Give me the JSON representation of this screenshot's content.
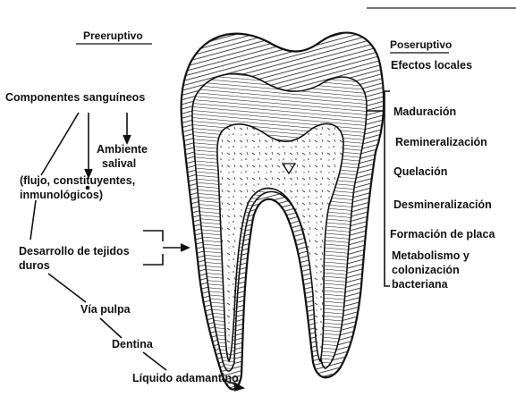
{
  "headers": {
    "preeruptive": "Preeruptivo",
    "posteruptive": "Poseruptivo",
    "local_effects": "Efectos locales"
  },
  "left_labels": {
    "blood_components": "Componentes sanguíneos",
    "salivary_environment_1": "Ambiente",
    "salivary_environment_2": "salival",
    "flow_line_1": "(flujo, constituyentes,",
    "flow_line_2": "inmunológicos)",
    "hard_tissue_1": "Desarrollo de tejidos",
    "hard_tissue_2": "duros",
    "pulp_route": "Vía pulpa",
    "dentin": "Dentina",
    "adamantine_liquid": "Líquido adamantino"
  },
  "right_effects": [
    "Maduración",
    "Remineralización",
    "Quelación",
    "Desmineralización",
    "Formación de placa",
    "Metabolismo y",
    "colonización",
    "bacteriana"
  ]
}
